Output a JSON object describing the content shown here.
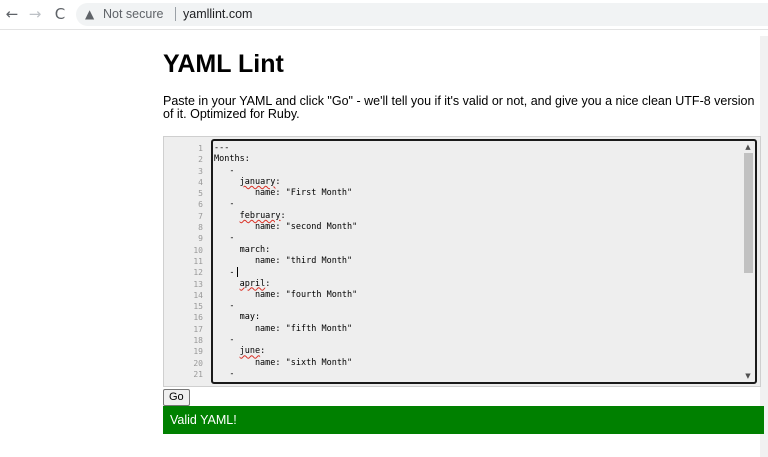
{
  "browser": {
    "back_icon": "←",
    "forward_icon": "→",
    "reload_icon": "C",
    "warning_icon": "▲",
    "security_label": "Not secure",
    "url": "yamllint.com"
  },
  "page": {
    "title": "YAML Lint",
    "intro": "Paste in your YAML and click \"Go\" - we'll tell you if it's valid or not, and give you a nice clean UTF-8 version of it. Optimized for Ruby."
  },
  "editor": {
    "line_numbers": [
      "1",
      "2",
      "3",
      "4",
      "5",
      "6",
      "7",
      "8",
      "9",
      "10",
      "11",
      "12",
      "13",
      "14",
      "15",
      "16",
      "17",
      "18",
      "19",
      "20",
      "21"
    ],
    "lines": [
      "---",
      "Months:",
      "   -",
      "     january:",
      "        name: \"First Month\"",
      "   -",
      "     february:",
      "        name: \"second Month\"",
      "   -",
      "     march:",
      "        name: \"third Month\"",
      "   -",
      "     april:",
      "        name: \"fourth Month\"",
      "   -",
      "     may:",
      "        name: \"fifth Month\"",
      "   -",
      "     june:",
      "        name: \"sixth Month\"",
      "   -"
    ],
    "misspelled_words": [
      "january",
      "february",
      "april",
      "june"
    ],
    "scroll_up_icon": "▲",
    "scroll_down_icon": "▼"
  },
  "actions": {
    "go_label": "Go"
  },
  "result": {
    "message": "Valid YAML!",
    "color": "#008000"
  }
}
